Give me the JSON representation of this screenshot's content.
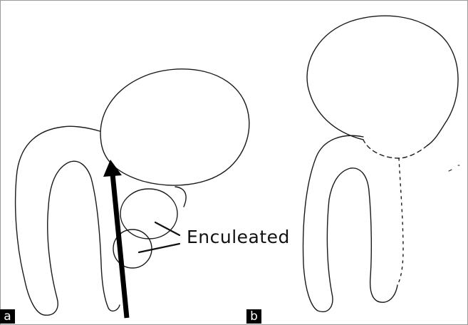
{
  "figure": {
    "panels": [
      {
        "id": "a",
        "label": "a"
      },
      {
        "id": "b",
        "label": "b"
      }
    ],
    "annotation": "Enculeated",
    "colors": {
      "line": "#1a1a1a",
      "arrow": "#000000",
      "label_background": "#000000",
      "label_text": "#ffffff",
      "frame": "#9a9a9a"
    }
  }
}
